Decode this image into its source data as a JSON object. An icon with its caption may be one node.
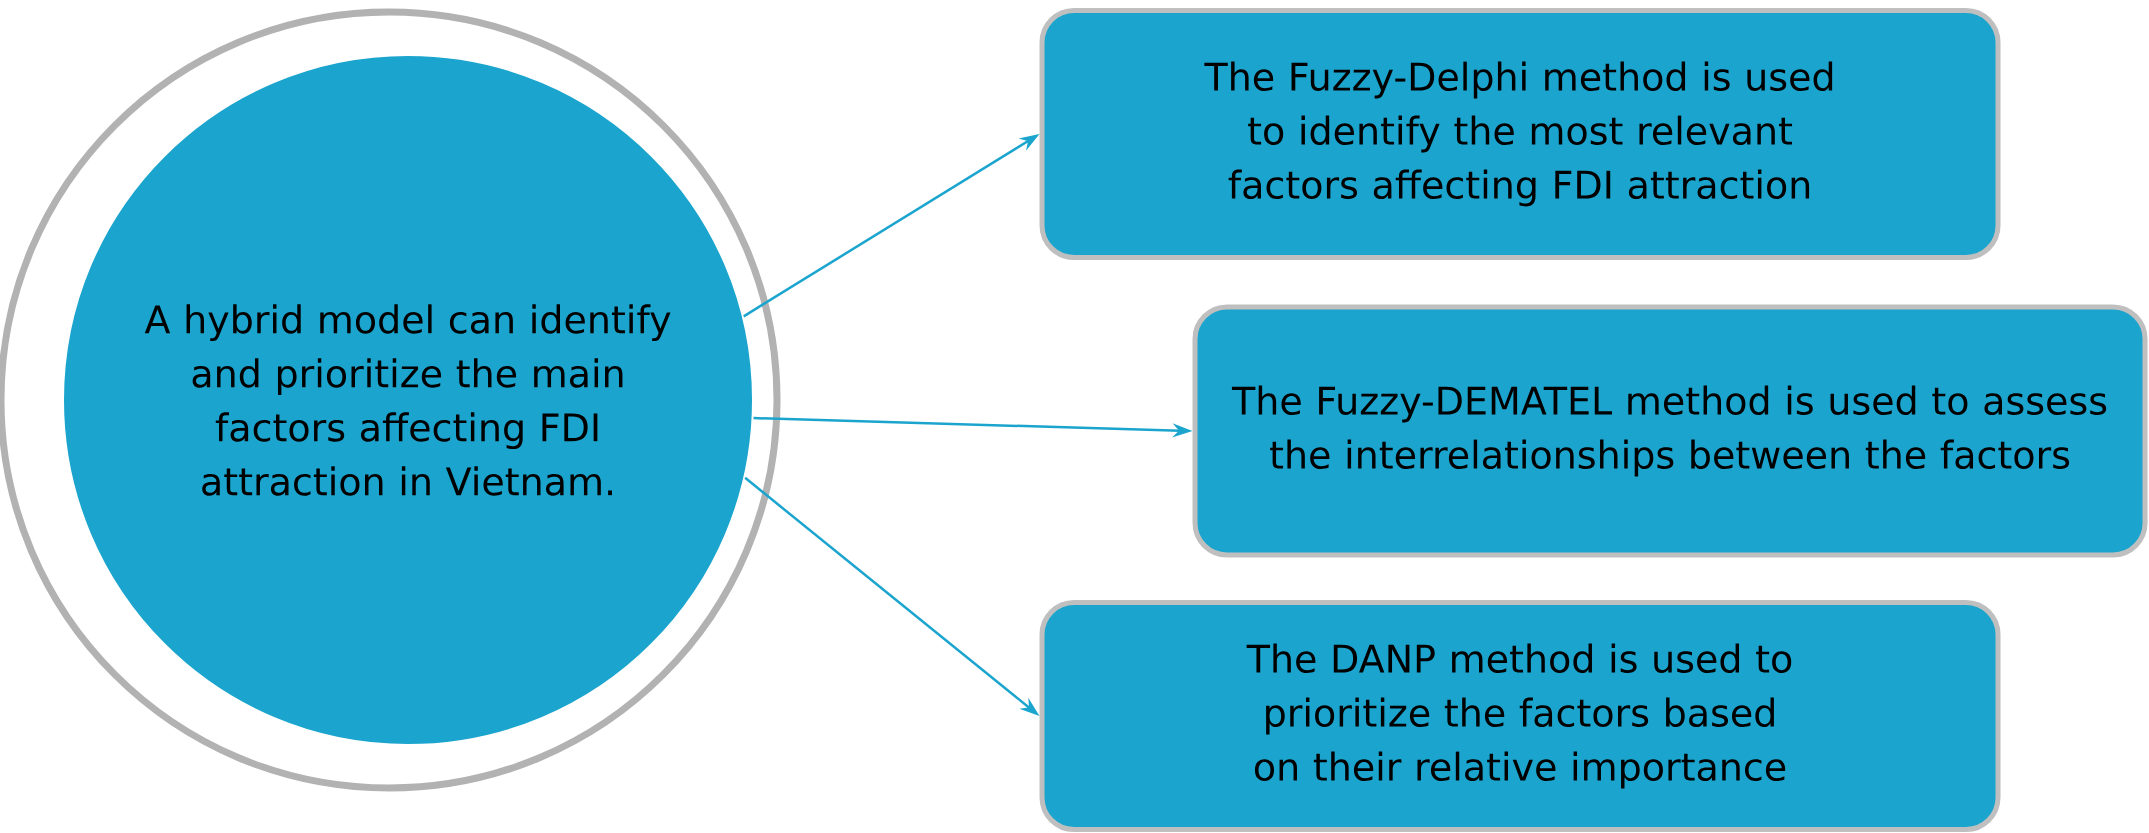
{
  "diagram": {
    "nodes": [
      {
        "text": [],
        "shape": "circle"
      },
      {
        "text": [
          "A hybrid model can identify and prioritize the main factors affecting FDI attraction in Vietnam."
        ],
        "in": 0
      },
      {
        "text": [
          "The Fuzzy-Delphi method is used to identify the most relevant factors affecting FDI attraction"
        ]
      },
      {
        "text": [
          "The Fuzzy-DEMATEL method is used to assess the interrelationships between the factors"
        ]
      },
      {
        "text": [
          "The DANP method is used to prioritize the factors based on their relative importance"
        ]
      }
    ],
    "edges": [
      {
        "from": 1,
        "to": 2,
        "arrow": "to"
      },
      {
        "from": 1,
        "to": 3,
        "arrow": "to"
      },
      {
        "from": 1,
        "to": 4,
        "arrow": "to"
      }
    ]
  }
}
